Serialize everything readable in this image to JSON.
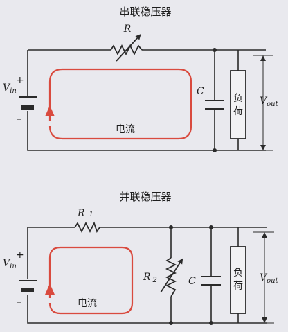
{
  "series_regulator": {
    "title": "串联稳压器",
    "resistor_label": "R",
    "input_label": "V",
    "input_sub": "in",
    "plus": "+",
    "minus": "–",
    "capacitor_label": "C",
    "load_line1": "负",
    "load_line2": "荷",
    "output_label": "V",
    "output_sub": "out",
    "current_label": "电流"
  },
  "shunt_regulator": {
    "title": "并联稳压器",
    "resistor1_label": "R",
    "resistor1_sub": "1",
    "resistor2_label": "R",
    "resistor2_sub": "2",
    "input_label": "V",
    "input_sub": "in",
    "plus": "+",
    "minus": "–",
    "capacitor_label": "C",
    "load_line1": "负",
    "load_line2": "荷",
    "output_label": "V",
    "output_sub": "out",
    "current_label": "电流"
  },
  "colors": {
    "background": "#e9e9ee",
    "wire": "#2a2a2a",
    "current_flow": "#d94a3e"
  }
}
